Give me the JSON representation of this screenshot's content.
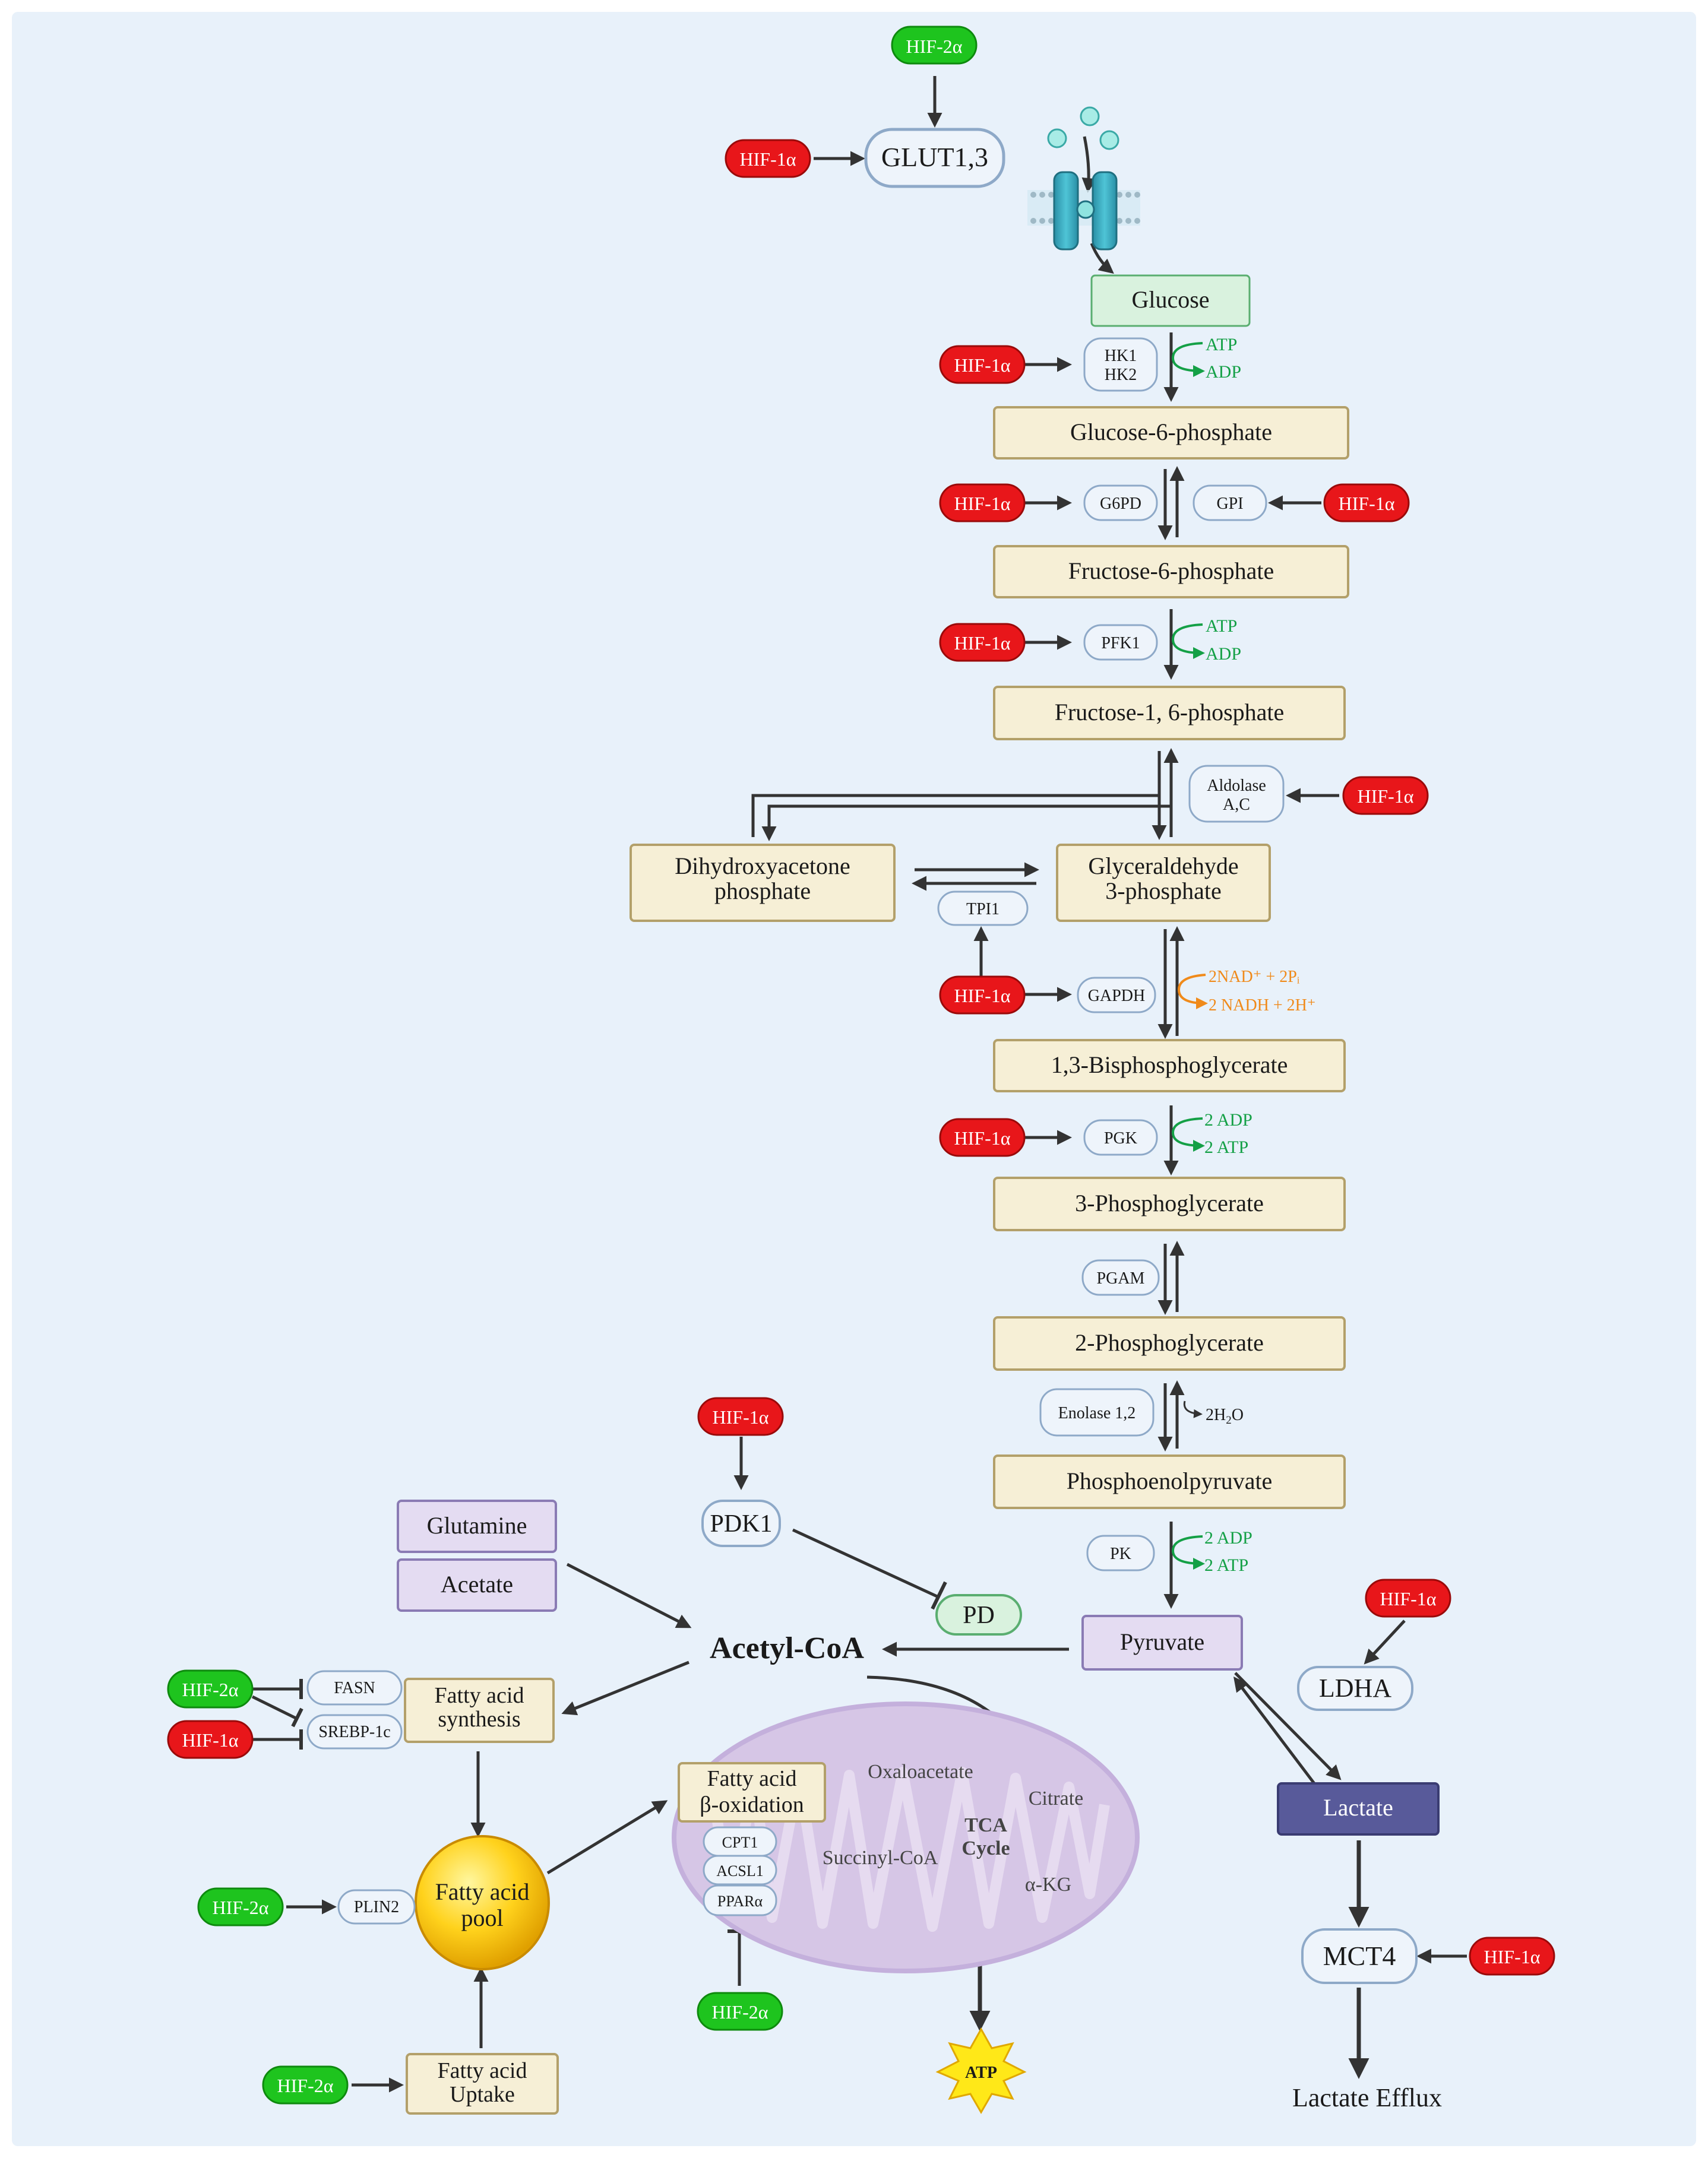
{
  "colors": {
    "background": "#e8f1fa",
    "hif1a": "#e8161a",
    "hif2a": "#1ec41e",
    "metabolite_fill": "#f6efd6",
    "metabolite_stroke": "#b3a06a",
    "enzyme_fill": "#eef4fb",
    "enzyme_stroke": "#8ea9c8",
    "purple_fill": "#e4dcf2",
    "purple_stroke": "#8a7bb4",
    "lactate_fill": "#585a9a",
    "energy_green": "#14a046",
    "nad_orange": "#f08a1a",
    "arrow": "#333333",
    "mitochondrion": "#d6c6e6"
  },
  "regulators": {
    "hif1a": "HIF-1α",
    "hif2a": "HIF-2α"
  },
  "transport": {
    "glut": "GLUT1,3",
    "glucose": "Glucose"
  },
  "glycolysis": {
    "g6p": "Glucose-6-phosphate",
    "f6p": "Fructose-6-phosphate",
    "f16bp": "Fructose-1, 6-phosphate",
    "dhap_line1": "Dihydroxyacetone",
    "dhap_line2": "phosphate",
    "gap_line1": "Glyceraldehyde",
    "gap_line2": "3-phosphate",
    "bpg": "1,3-Bisphosphoglycerate",
    "pg3": "3-Phosphoglycerate",
    "pg2": "2-Phosphoglycerate",
    "pep": "Phosphoenolpyruvate",
    "pyruvate": "Pyruvate"
  },
  "enzymes": {
    "hk_line1": "HK1",
    "hk_line2": "HK2",
    "g6pd": "G6PD",
    "gpi": "GPI",
    "pfk1": "PFK1",
    "aldolase_line1": "Aldolase",
    "aldolase_line2": "A,C",
    "tpi1": "TPI1",
    "gapdh": "GAPDH",
    "pgk": "PGK",
    "pgam": "PGAM",
    "enolase": "Enolase 1,2",
    "pk": "PK",
    "ldha": "LDHA",
    "pdk1": "PDK1",
    "pd": "PD",
    "mct4": "MCT4"
  },
  "cofactors": {
    "atp": "ATP",
    "adp": "ADP",
    "nad": "2NAD⁺ + 2Pᵢ",
    "nadh": "2 NADH + 2H⁺",
    "adp2": "2 ADP",
    "atp2": "2 ATP",
    "h2o_prefix": "2H",
    "h2o_sub": "2",
    "h2o_suffix": "O"
  },
  "lactate": {
    "lactate": "Lactate",
    "efflux": "Lactate Efflux"
  },
  "lipid": {
    "glutamine": "Glutamine",
    "acetate": "Acetate",
    "acetyl_coa": "Acetyl-CoA",
    "fasn": "FASN",
    "srebp": "SREBP-1c",
    "fa_synth_line1": "Fatty acid",
    "fa_synth_line2": "synthesis",
    "fa_pool_line1": "Fatty acid",
    "fa_pool_line2": "pool",
    "plin2": "PLIN2",
    "fa_uptake_line1": "Fatty acid",
    "fa_uptake_line2": "Uptake",
    "fa_beta_line1": "Fatty acid",
    "fa_beta_line2": "β-oxidation",
    "cpt1": "CPT1",
    "acsl1": "ACSL1",
    "ppara": "PPARα"
  },
  "tca": {
    "oxaloacetate": "Oxaloacetate",
    "citrate": "Citrate",
    "succinyl": "Succinyl-CoA",
    "akg": "α-KG",
    "cycle_line1": "TCA",
    "cycle_line2": "Cycle",
    "atp": "ATP"
  }
}
